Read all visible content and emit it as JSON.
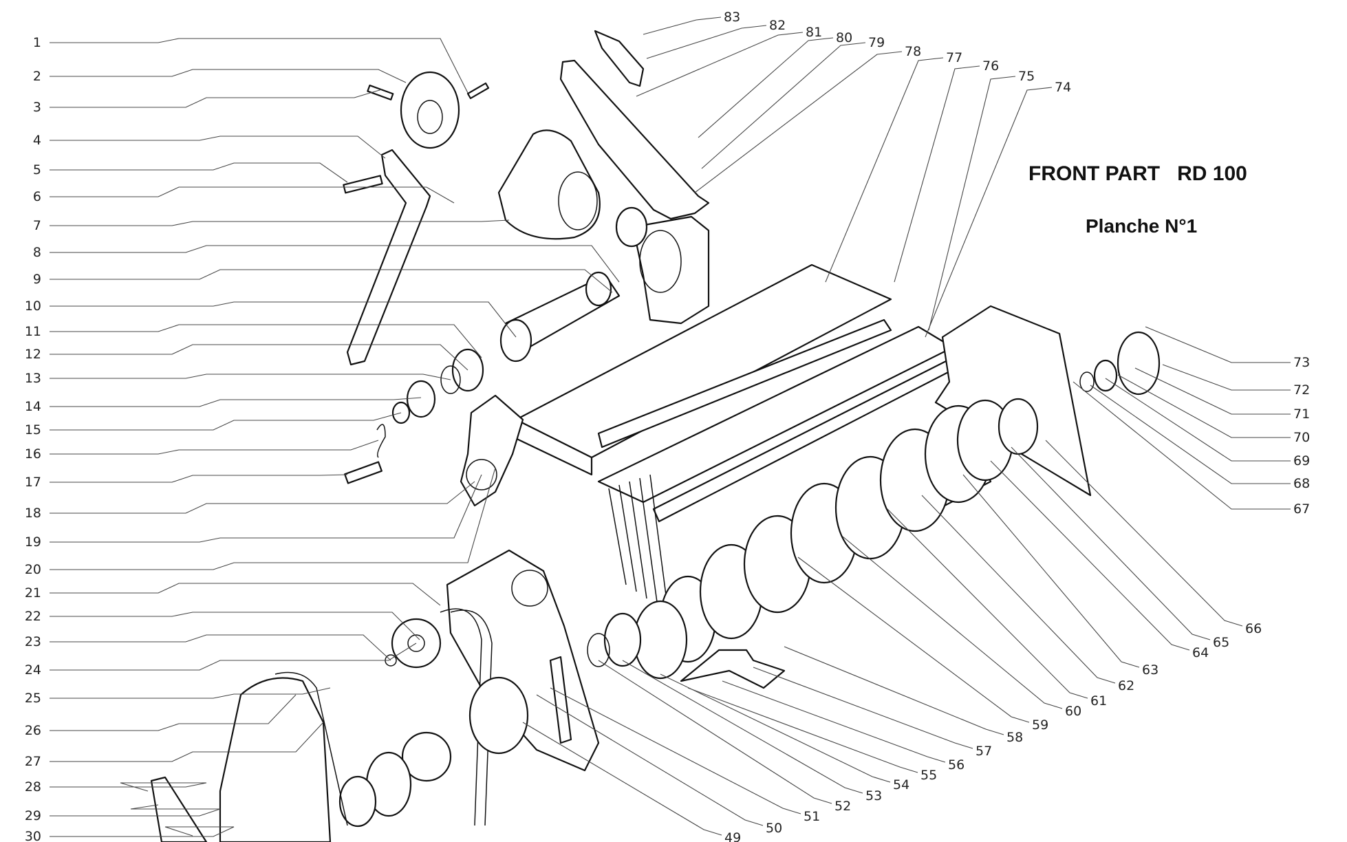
{
  "title": "FRONT PART   RD 100",
  "subtitle": "Planche N°1",
  "left_callouts": [
    "1",
    "2",
    "3",
    "4",
    "5",
    "6",
    "7",
    "8",
    "9",
    "10",
    "11",
    "12",
    "13",
    "14",
    "15",
    "16",
    "17",
    "18",
    "19",
    "20",
    "21",
    "22",
    "23",
    "24",
    "25",
    "26",
    "27",
    "28",
    "29",
    "30"
  ],
  "top_callouts": [
    "83",
    "82",
    "81",
    "80",
    "79",
    "78",
    "77",
    "76",
    "75",
    "74"
  ],
  "right_callouts": [
    "73",
    "72",
    "71",
    "70",
    "69",
    "68",
    "67"
  ],
  "bottom_callouts": [
    "66",
    "65",
    "64",
    "63",
    "62",
    "61",
    "60",
    "59",
    "58",
    "57",
    "56",
    "55",
    "54",
    "53",
    "52",
    "51",
    "50",
    "49"
  ]
}
